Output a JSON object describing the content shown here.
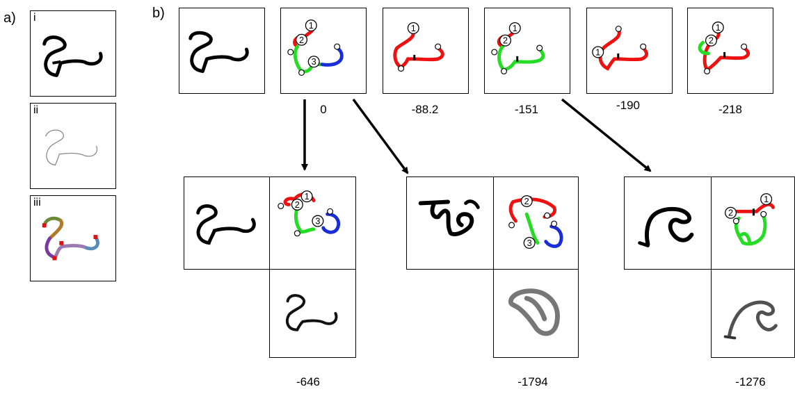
{
  "labels": {
    "a": "a)",
    "b": "b)"
  },
  "roman": {
    "i": "i",
    "ii": "ii",
    "iii": "iii"
  },
  "stroke_numbers": [
    "1",
    "2",
    "3"
  ],
  "scores": {
    "top": [
      "0",
      "-88.2",
      "-151",
      "-190",
      "-218"
    ],
    "bottom": [
      "-646",
      "-1794",
      "-1276"
    ]
  },
  "colors": {
    "stroke1": "#ee1111",
    "stroke2": "#22dd22",
    "stroke3": "#1a2ed8",
    "ink": "#000000"
  }
}
